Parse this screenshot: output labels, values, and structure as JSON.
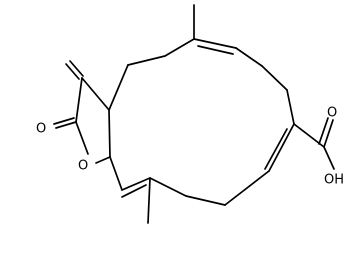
{
  "atoms": {
    "carbonyl_oxygen": "O",
    "ring_oxygen": "O",
    "acid_hydroxyl": "OH",
    "acid_carbonyl_oxygen": "O"
  }
}
